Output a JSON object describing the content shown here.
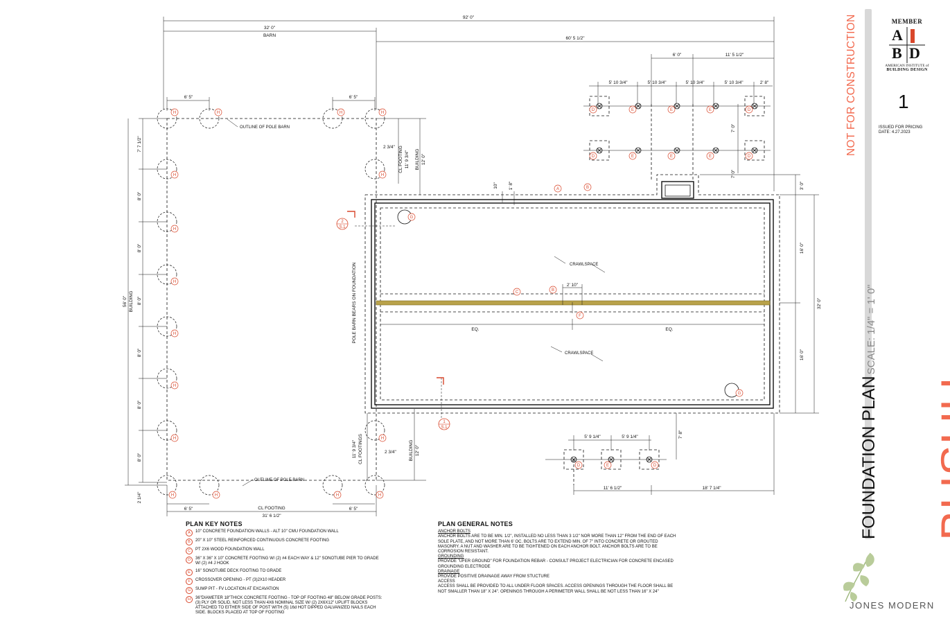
{
  "dimensions": {
    "overall_width": "92' 0\"",
    "barn_width": "32' 0\"",
    "barn_label": "BARN",
    "house_width": "60' 5 1/2\"",
    "deck_top_a": "6' 0\"",
    "deck_top_b": "11' 5 1/2\"",
    "deck_spacing": "5' 10 3/4\"",
    "deck_end": "2' 8\"",
    "pole_top_left": "6' 5\"",
    "pole_top_right": "6' 5\"",
    "pole_bottom_left": "6' 5\"",
    "pole_bottom_right": "6' 5\"",
    "barn_left_7": "7' 7 1/2\"",
    "barn_left_8": "8' 0\"",
    "barn_building": "56' 0\"",
    "building_label": "BUILDING",
    "cl_footing": "CL FOOTING",
    "cl_footings": "CL FOOTINGS",
    "cl_footing_top": "11' 9 3/4\"",
    "cl_footing_bottom": "11' 9 3/4\"",
    "building_12": "12' 0\"",
    "offset_2_3_4": "2 3/4\"",
    "offset_2_1_4": "2 1/4\"",
    "cl_footing_width": "31' 6 1/2\"",
    "deck_7_0": "7' 0\"",
    "deck_7_0_b": "7' 0\"",
    "wall_10": "10\"",
    "wall_1_8": "1' 8\"",
    "right_3": "3' 0\"",
    "right_16": "16' 0\"",
    "right_16_b": "16' 0\"",
    "right_32": "32' 0\"",
    "crossover": "2' 10\"",
    "eq": "EQ.",
    "bottom_deck_spacing": "5' 9 1/4\"",
    "bottom_deck_7_8": "7' 8\"",
    "bottom_11_6": "11' 6 1/2\"",
    "bottom_18_7": "18' 7 1/4\""
  },
  "labels": {
    "outline_pole_barn": "OUTLINE OF POLE BARN",
    "crawlspace": "CRAWLSPACE",
    "pole_barn_bears": "POLE BARN BEARS ON FOUNDATION",
    "section_top": "2",
    "section_top_sheet": "S.1",
    "section_bottom": "1",
    "section_bottom_sheet": "S.1"
  },
  "key_notes": {
    "title": "PLAN KEY NOTES",
    "items": [
      {
        "letter": "A",
        "text": "10\" CONCRETE FOUNDATION WALLS - ALT 10\" CMU FOUNDATION WALL"
      },
      {
        "letter": "B",
        "text": "20\" X 10\" STEEL REINFORCED CONTINUOUS CONCRETE FOOTING"
      },
      {
        "letter": "C",
        "text": "PT 2X6 WOOD FOUNDATION WALL"
      },
      {
        "letter": "D",
        "text": "36\" X 36\" X 10\" CONCRETE FOOTING W/ (2) #4 EACH WAY & 12\" SONOTUBE PIER TO GRADE W/ (2) #4 J HOOK"
      },
      {
        "letter": "E",
        "text": "16\" SONOTUBE DECK FOOTING TO GRADE"
      },
      {
        "letter": "F",
        "text": "CROSSOVER OPENING - PT (3)2X10 HEADER"
      },
      {
        "letter": "G",
        "text": "SUMP PIT - FV LOCATION AT EXCAVATION"
      },
      {
        "letter": "H",
        "text": "36\"DIAMETER 18\"THICK CONCRETE FOOTING - TOP OF FOOTING 48\" BELOW GRADE POSTS: (3) PLY OR SOLID, NOT LESS THAN 4X6 NOMINAL SIZE W/ (2) 2X6X12\" UPLIFT BLOCKS ATTACHED TO EITHER SIDE OF POST WITH (5) 16d HOT DIPPED GALVANIZED NAILS EACH SIDE. BLOCKS PLACED AT TOP OF FOOTING"
      }
    ]
  },
  "general_notes": {
    "title": "PLAN GENERAL NOTES",
    "sections": [
      {
        "heading": "ANCHOR BOLTS",
        "text": "ANCHOR BOLTS ARE TO BE MIN. 1/2\", INSTALLED NO LESS THAN 3 1/2\" NOR MORE THAN 12\" FROM THE END OF EACH SOLE PLATE, AND NOT MORE THAN 6' OC.  BOLTS ARE TO EXTEND MIN. OF 7\" INTO CONCRETE OR GROUTED MASONRY. A NUT AND WASHER ARE TO BE TIGHTENED ON EACH ANCHOR BOLT. ANCHOR BOLTS ARE TO BE CORROSION RESISTANT."
      },
      {
        "heading": "GROUNDING",
        "text": "PROVIDE \"UFER GROUND\" FOR FOUNDATION REBAR - CONSULT PROJECT ELECTRICIAN FOR CONCRETE ENCASED GROUNDING ELECTRODE"
      },
      {
        "heading": "DRAINAGE",
        "text": "PROVIDE POSITIVE DRAINAGE AWAY FROM STUCTURE"
      },
      {
        "heading": "ACCESS",
        "text": "ACCESS SHALL BE PROVIDED TO ALL UNDER FLOOR SPACES. ACCESS OPENINGS THROUGH THE FLOOR SHALL BE NOT SMALLER THAN 18\" X 24\". OPENINGS THROUGH A PERIMETER WALL SHALL BE NOT LESS THAN 16\" X 24\""
      }
    ]
  },
  "title_block": {
    "not_for_construction": "NOT FOR CONSTRUCTION",
    "plan_title": "FOUNDATION PLAN",
    "scale": "SCALE: 1/4\" = 1' 0\"",
    "project": "BUSHU",
    "member": "MEMBER",
    "aibd_a": "A",
    "aibd_i": "I",
    "aibd_b": "B",
    "aibd_d": "D",
    "institute": "AMERICAN INSTITUTE of",
    "building_design": "BUILDING DESIGN",
    "sheet_number": "1",
    "issued": "ISSUED FOR PRICING",
    "date": "DATE: 4.27.2023",
    "firm": "JONES MODERN"
  },
  "colors": {
    "accent": "#f26a4f",
    "tag": "#d9472b",
    "beam": "#b9a24a"
  }
}
